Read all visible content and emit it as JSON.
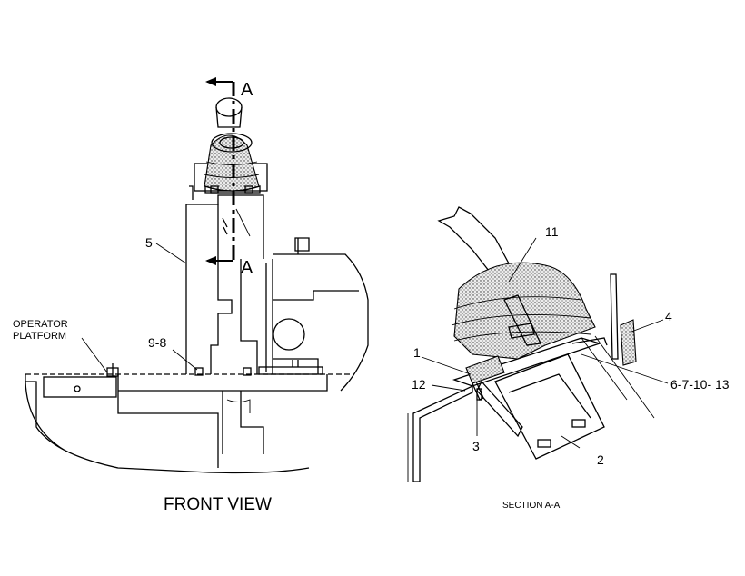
{
  "front_view": {
    "title": "FRONT VIEW",
    "section_mark_top": "A",
    "section_mark_bottom": "A",
    "callouts": {
      "item_5": "5",
      "item_9_8": "9-8",
      "operator_platform_line1": "OPERATOR",
      "operator_platform_line2": "PLATFORM"
    }
  },
  "section_view": {
    "title": "SECTION A-A",
    "callouts": {
      "item_1": "1",
      "item_2": "2",
      "item_3": "3",
      "item_4": "4",
      "item_11": "11",
      "item_12": "12",
      "item_6_7_10_13": "6-7-10- 13"
    }
  }
}
